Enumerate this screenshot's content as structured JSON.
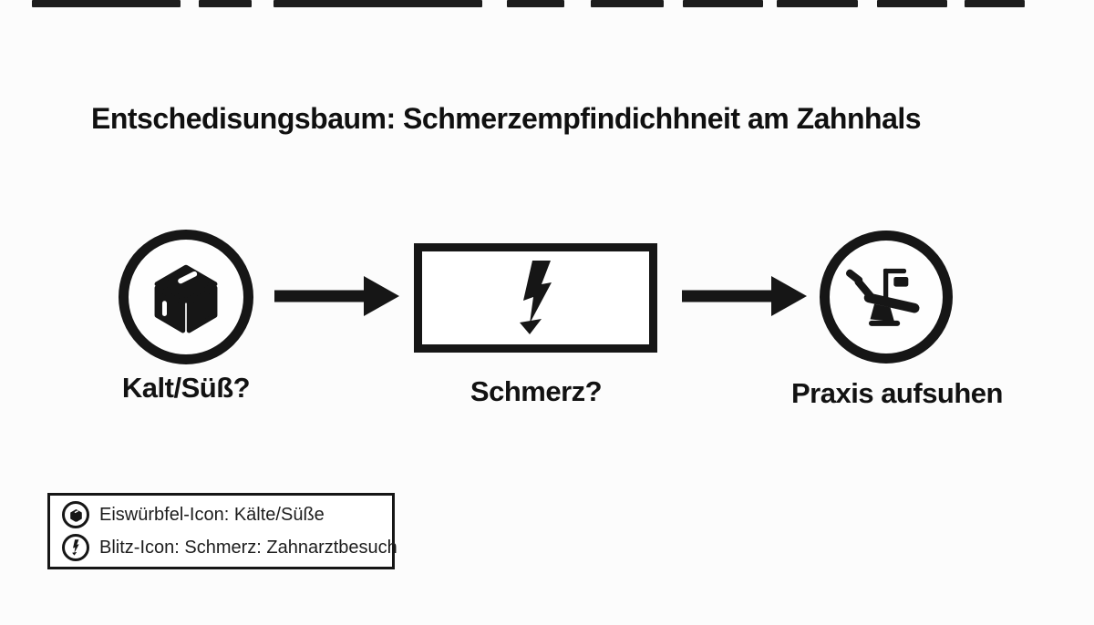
{
  "title": "Entschedisungsbaum: Schmerzempfindichhneit am Zahnhals",
  "diagram": {
    "nodes": [
      {
        "label": "Kalt/Süß?",
        "shape": "circle",
        "icon": "ice-cube"
      },
      {
        "label": "Schmerz?",
        "shape": "rectangle",
        "icon": "lightning-bolt"
      },
      {
        "label": "Praxis aufsuhen",
        "shape": "circle",
        "icon": "dental-chair"
      }
    ],
    "connectors": [
      {
        "type": "arrow-right",
        "from": "Kalt/Süß?",
        "to": "Schmerz?"
      },
      {
        "type": "arrow-right",
        "from": "Schmerz?",
        "to": "Praxis aufsuhen"
      }
    ]
  },
  "legend": {
    "items": [
      {
        "icon": "ice-cube",
        "text": "Eiswürbfel-Icon: Kälte/Süße"
      },
      {
        "icon": "lightning-bolt",
        "text": "Blitz-Icon: Schmerz: Zahnarztbesuch"
      }
    ]
  },
  "colors": {
    "ink": "#161616",
    "background": "#fcfcfc",
    "node_fill": "#ffffff"
  }
}
